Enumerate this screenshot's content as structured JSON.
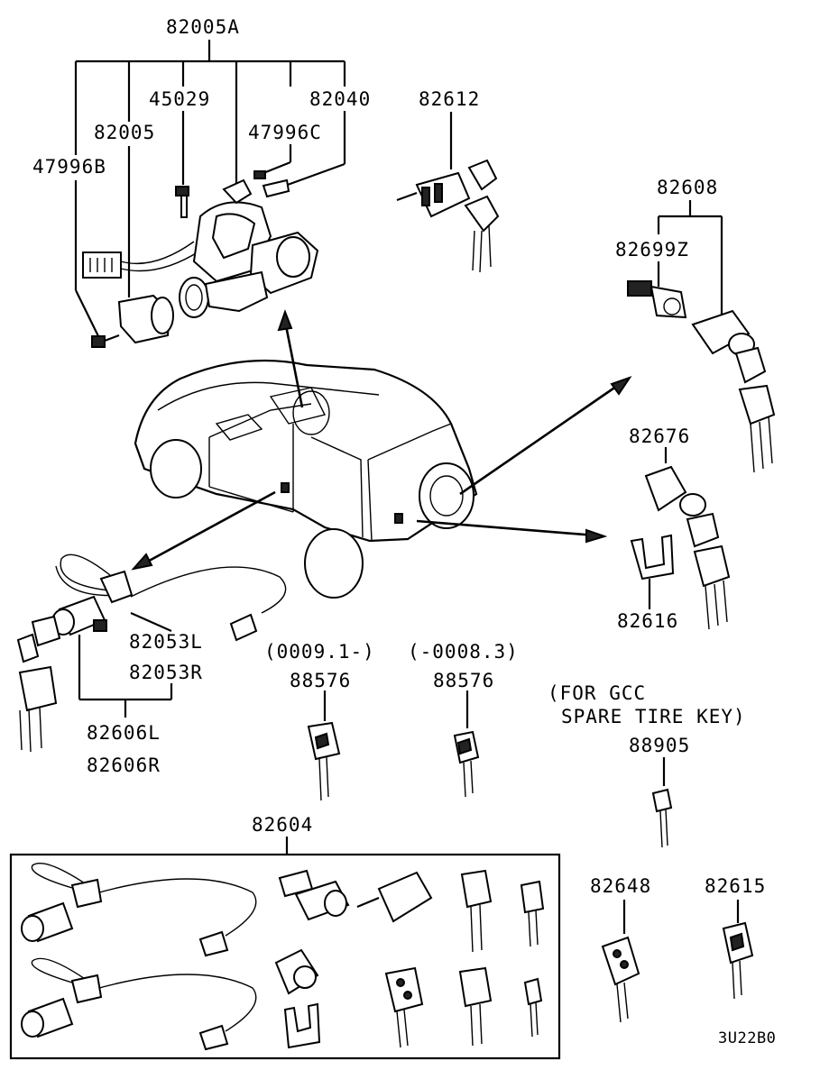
{
  "labels": {
    "p82005A": "82005A",
    "p45029": "45029",
    "p82040": "82040",
    "p82005": "82005",
    "p47996C": "47996C",
    "p47996B": "47996B",
    "p82612": "82612",
    "p82608": "82608",
    "p82699Z": "82699Z",
    "p82676": "82676",
    "p82616": "82616",
    "p82053L": "82053L",
    "p82053R": "82053R",
    "p82606L": "82606L",
    "p82606R": "82606R",
    "date_from": "(0009.1-)",
    "date_to": "(-0008.3)",
    "p88576a": "88576",
    "p88576b": "88576",
    "gcc_line1": "(FOR GCC",
    "gcc_line2": "SPARE TIRE KEY)",
    "p88905": "88905",
    "p82604": "82604",
    "p82648": "82648",
    "p82615": "82615",
    "diagram_code": "3U22B0"
  },
  "colors": {
    "ink": "#000000",
    "paper": "#ffffff"
  }
}
